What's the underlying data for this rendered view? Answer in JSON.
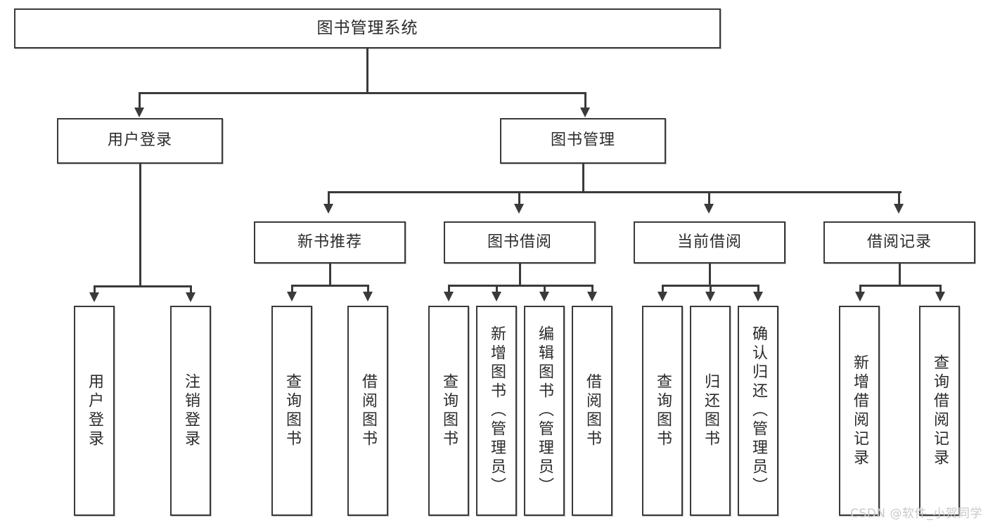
{
  "diagram": {
    "title": "图书管理系统",
    "type": "tree",
    "watermark": "CSDN @软件_小贺同学",
    "colors": {
      "border": "#3a3a3a",
      "background": "#ffffff",
      "text": "#2b2b2b",
      "watermark": "#c9c9c9"
    },
    "root": {
      "label": "图书管理系统"
    },
    "level2": [
      {
        "label": "用户登录"
      },
      {
        "label": "图书管理"
      }
    ],
    "level3": [
      {
        "label": "新书推荐"
      },
      {
        "label": "图书借阅"
      },
      {
        "label": "当前借阅"
      },
      {
        "label": "借阅记录"
      }
    ],
    "leaves": {
      "user_login": [
        {
          "label": "用户登录"
        },
        {
          "label": "注销登录"
        }
      ],
      "new_book": [
        {
          "label": "查询图书"
        },
        {
          "label": "借阅图书"
        }
      ],
      "book_borrow": [
        {
          "label": "查询图书"
        },
        {
          "label": "新增图书（管理员）"
        },
        {
          "label": "编辑图书（管理员）"
        },
        {
          "label": "借阅图书"
        }
      ],
      "current_borrow": [
        {
          "label": "查询图书"
        },
        {
          "label": "归还图书"
        },
        {
          "label": "确认归还（管理员）"
        }
      ],
      "borrow_record": [
        {
          "label": "新增借阅记录"
        },
        {
          "label": "查询借阅记录"
        }
      ]
    }
  }
}
